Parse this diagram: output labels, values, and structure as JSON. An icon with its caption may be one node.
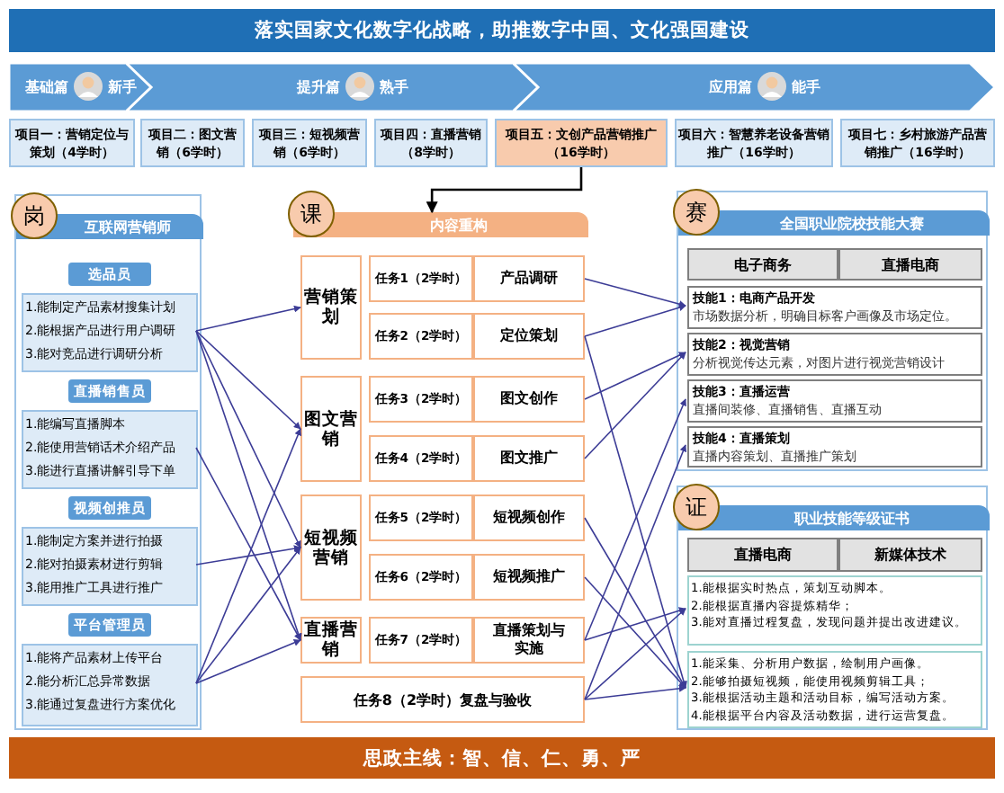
{
  "diagram": {
    "title": "落实国家文化数字化战略，助推数字中国、文化强国建设",
    "caption": "思政主线：智、信、仁、勇、严",
    "nodes": [
      {
        "text": [
          "基础篇",
          "新手"
        ]
      },
      {
        "text": [
          "提升篇",
          "熟手"
        ]
      },
      {
        "text": [
          "应用篇",
          "能手"
        ]
      },
      {
        "text": [
          "项目一：营销定位与策划（4学时）"
        ]
      },
      {
        "text": [
          "项目二：图文营销（6学时）"
        ]
      },
      {
        "text": [
          "项目三：短视频营销（6学时）"
        ]
      },
      {
        "text": [
          "项目四：直播营销（8学时）"
        ]
      },
      {
        "text": [
          "项目五：文创产品营销推广（16学时）"
        ]
      },
      {
        "text": [
          "项目六：智慧养老设备营销推广（16学时）"
        ]
      },
      {
        "text": [
          "项目七：乡村旅游产品营销推广（16学时）"
        ]
      },
      {
        "text": [
          "岗",
          "互联网营销师"
        ]
      },
      {
        "text": [
          "选品员",
          "1.能制定产品素材搜集计划",
          "2.能根据产品进行用户调研",
          "3.能对竞品进行调研分析"
        ],
        "in": 10
      },
      {
        "text": [
          "直播销售员",
          "1.能编写直播脚本",
          "2.能使用营销话术介绍产品",
          "3.能进行直播讲解引导下单"
        ],
        "in": 10
      },
      {
        "text": [
          "视频创推员",
          "1.能制定方案并进行拍摄",
          "2.能对拍摄素材进行剪辑",
          "3.能用推广工具进行推广"
        ],
        "in": 10
      },
      {
        "text": [
          "平台管理员",
          "1.能将产品素材上传平台",
          "2.能分析汇总异常数据",
          "3.能通过复盘进行方案优化"
        ],
        "in": 10
      },
      {
        "text": [
          "课",
          "内容重构"
        ]
      },
      {
        "text": [
          "营销策划"
        ],
        "in": 15
      },
      {
        "text": [
          "任务1（2学时）",
          "产品调研"
        ],
        "in": 15
      },
      {
        "text": [
          "任务2（2学时）",
          "定位策划"
        ],
        "in": 15
      },
      {
        "text": [
          "图文营销"
        ],
        "in": 15
      },
      {
        "text": [
          "任务3（2学时）",
          "图文创作"
        ],
        "in": 15
      },
      {
        "text": [
          "任务4（2学时）",
          "图文推广"
        ],
        "in": 15
      },
      {
        "text": [
          "短视频营销"
        ],
        "in": 15
      },
      {
        "text": [
          "任务5（2学时）",
          "短视频创作"
        ],
        "in": 15
      },
      {
        "text": [
          "任务6（2学时）",
          "短视频推广"
        ],
        "in": 15
      },
      {
        "text": [
          "直播营销"
        ],
        "in": 15
      },
      {
        "text": [
          "任务7（2学时）",
          "直播策划与实施"
        ],
        "in": 15
      },
      {
        "text": [
          "任务8（2学时）复盘与验收"
        ],
        "in": 15
      },
      {
        "text": [
          "赛",
          "全国职业院校技能大赛"
        ]
      },
      {
        "text": [
          "电子商务"
        ],
        "in": 28
      },
      {
        "text": [
          "直播电商"
        ],
        "in": 28
      },
      {
        "text": [
          "技能1：电商产品开发",
          "市场数据分析，明确目标客户画像及市场定位。"
        ],
        "in": 28
      },
      {
        "text": [
          "技能2：视觉营销",
          "分析视觉传达元素，对图片进行视觉营销设计"
        ],
        "in": 28
      },
      {
        "text": [
          "技能3：直播运营",
          "直播间装修、直播销售、直播互动"
        ],
        "in": 28
      },
      {
        "text": [
          "技能4：直播策划",
          "直播内容策划、直播推广策划"
        ],
        "in": 28
      },
      {
        "text": [
          "证",
          "职业技能等级证书"
        ]
      },
      {
        "text": [
          "直播电商"
        ],
        "in": 35
      },
      {
        "text": [
          "新媒体技术"
        ],
        "in": 35
      },
      {
        "text": [
          "1.能根据实时热点，策划互动脚本。",
          "2.能根据直播内容提炼精华；",
          "3.能对直播过程复盘，发现问题并提出改进建议。"
        ],
        "in": 35
      },
      {
        "text": [
          "1.能采集、分析用户数据，绘制用户画像。",
          "2.能够拍摄短视频，能使用视频剪辑工具；",
          "3.能根据活动主题和活动目标，编写活动方案。",
          "4.能根据平台内容及活动数据，进行运营复盘。"
        ],
        "in": 35
      }
    ],
    "edges": [
      {
        "from": 7,
        "to": 15,
        "arrow": "to",
        "color": "#000000"
      },
      {
        "from": 11,
        "to": 16,
        "arrow": "to"
      },
      {
        "from": 11,
        "to": 19,
        "arrow": "to"
      },
      {
        "from": 11,
        "to": 22,
        "arrow": "to"
      },
      {
        "from": 11,
        "to": 25,
        "arrow": "to"
      },
      {
        "from": 12,
        "to": 25,
        "arrow": "to"
      },
      {
        "from": 13,
        "to": 22,
        "arrow": "to"
      },
      {
        "from": 14,
        "to": 19,
        "arrow": "to"
      },
      {
        "from": 14,
        "to": 22,
        "arrow": "to"
      },
      {
        "from": 14,
        "to": 25,
        "arrow": "to"
      },
      {
        "from": 17,
        "to": 31,
        "arrow": "to"
      },
      {
        "from": 18,
        "to": 31,
        "arrow": "to"
      },
      {
        "from": 18,
        "to": 39,
        "arrow": "to"
      },
      {
        "from": 20,
        "to": 32,
        "arrow": "to"
      },
      {
        "from": 21,
        "to": 32,
        "arrow": "to"
      },
      {
        "from": 23,
        "to": 39,
        "arrow": "to"
      },
      {
        "from": 24,
        "to": 39,
        "arrow": "to"
      },
      {
        "from": 26,
        "to": 33,
        "arrow": "to"
      },
      {
        "from": 26,
        "to": 38,
        "arrow": "to"
      },
      {
        "from": 27,
        "to": 34,
        "arrow": "to"
      },
      {
        "from": 27,
        "to": 38,
        "arrow": "to"
      },
      {
        "from": 27,
        "to": 39,
        "arrow": "to"
      }
    ]
  }
}
